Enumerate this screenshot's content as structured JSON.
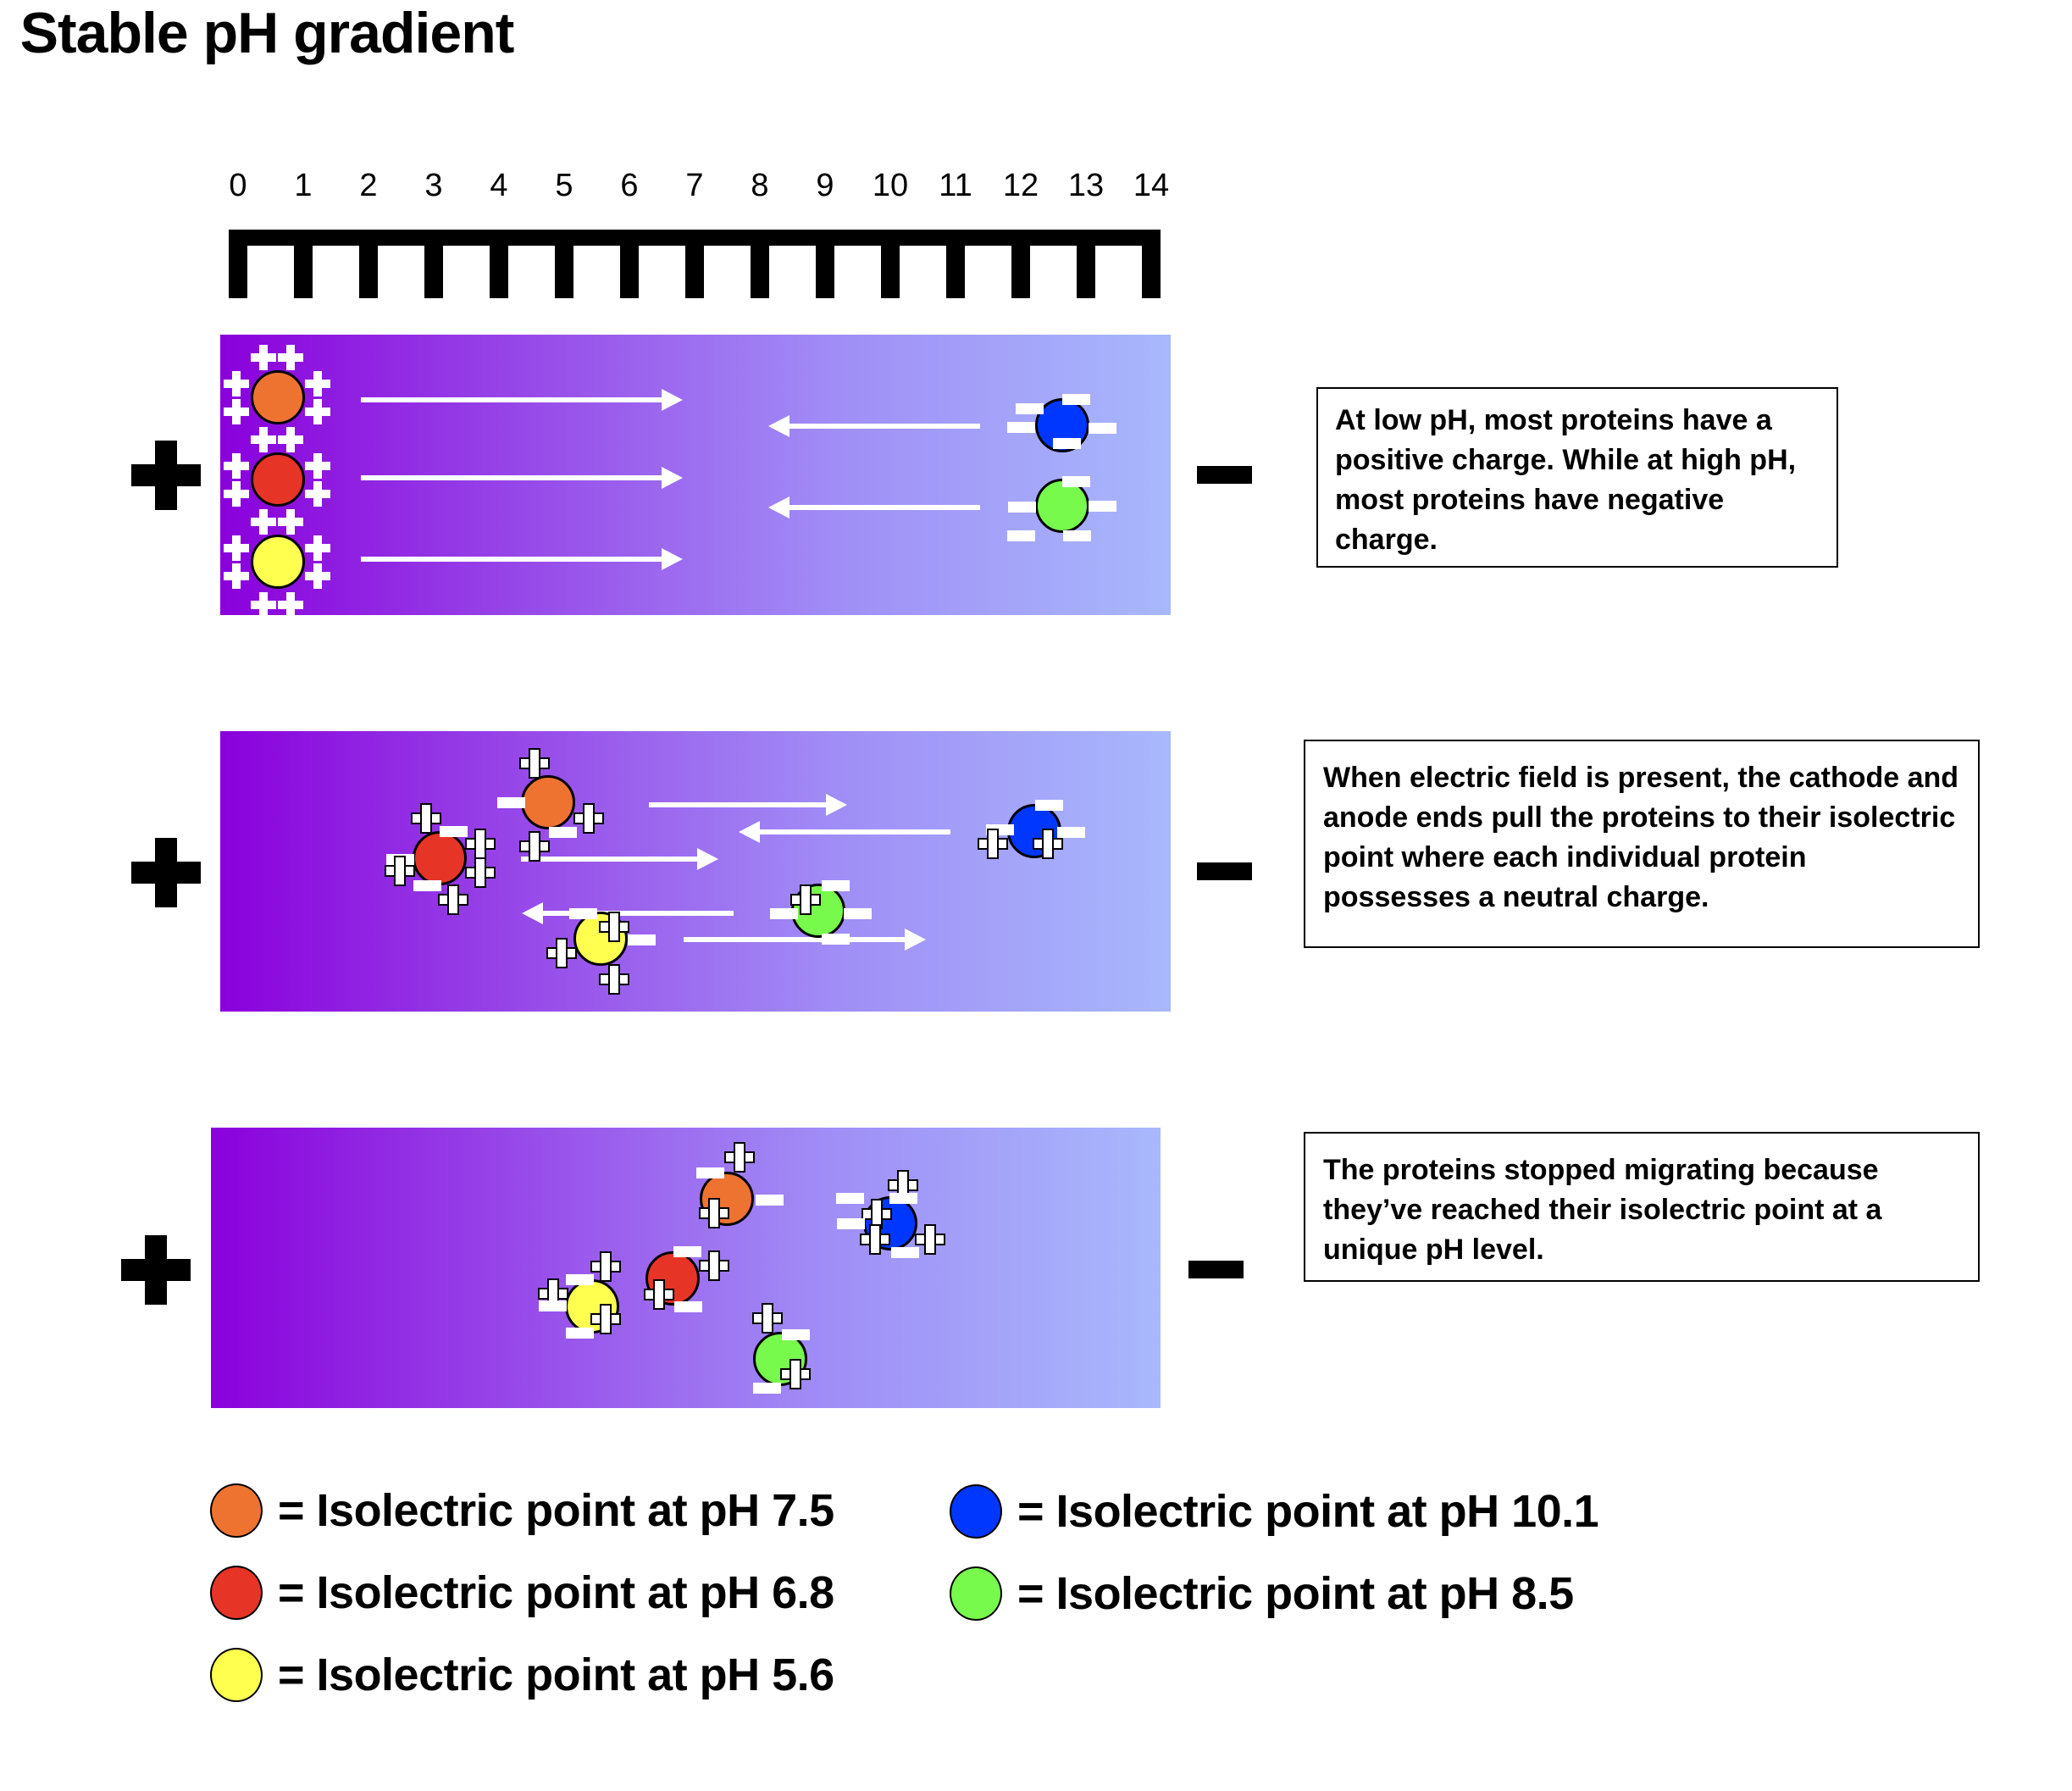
{
  "title": "Stable pH gradient",
  "ph_scale": {
    "ticks": [
      "0",
      "1",
      "2",
      "3",
      "4",
      "5",
      "6",
      "7",
      "8",
      "9",
      "10",
      "11",
      "12",
      "13",
      "14"
    ]
  },
  "electrodes": {
    "anode_symbol": "+",
    "cathode_symbol": "−"
  },
  "gradient_colors": {
    "low_ph": "#8A00DC",
    "mid_ph": "#A08EF6",
    "high_ph": "#A8B8FC"
  },
  "proteins": [
    {
      "id": "orange",
      "color": "#EE7330",
      "pI": 7.5
    },
    {
      "id": "red",
      "color": "#E63426",
      "pI": 6.8
    },
    {
      "id": "yellow",
      "color": "#FFFF50",
      "pI": 5.6
    },
    {
      "id": "blue",
      "color": "#0037FF",
      "pI": 10.1
    },
    {
      "id": "green",
      "color": "#77FA4B",
      "pI": 8.5
    }
  ],
  "panels": [
    {
      "stage": "initial",
      "note": "At low pH, most proteins have  a positive charge. While at high pH, most proteins have negative charge."
    },
    {
      "stage": "migrating",
      "note": "When electric field is present, the cathode and anode ends pull the proteins to their isolectric point where each individual protein possesses a neutral charge."
    },
    {
      "stage": "focused",
      "note": "The proteins stopped migrating because they’ve reached their isolectric point at a unique pH level."
    }
  ],
  "legend": [
    {
      "protein": "orange",
      "color": "#EE7330",
      "label": "= Isolectric point at pH 7.5"
    },
    {
      "protein": "red",
      "color": "#E63426",
      "label": "= Isolectric point at pH 6.8"
    },
    {
      "protein": "yellow",
      "color": "#FFFF50",
      "label": "= Isolectric point at pH 5.6"
    },
    {
      "protein": "blue",
      "color": "#0037FF",
      "label": "= Isolectric point at pH 10.1"
    },
    {
      "protein": "green",
      "color": "#77FA4B",
      "label": "= Isolectric point at pH 8.5"
    }
  ]
}
